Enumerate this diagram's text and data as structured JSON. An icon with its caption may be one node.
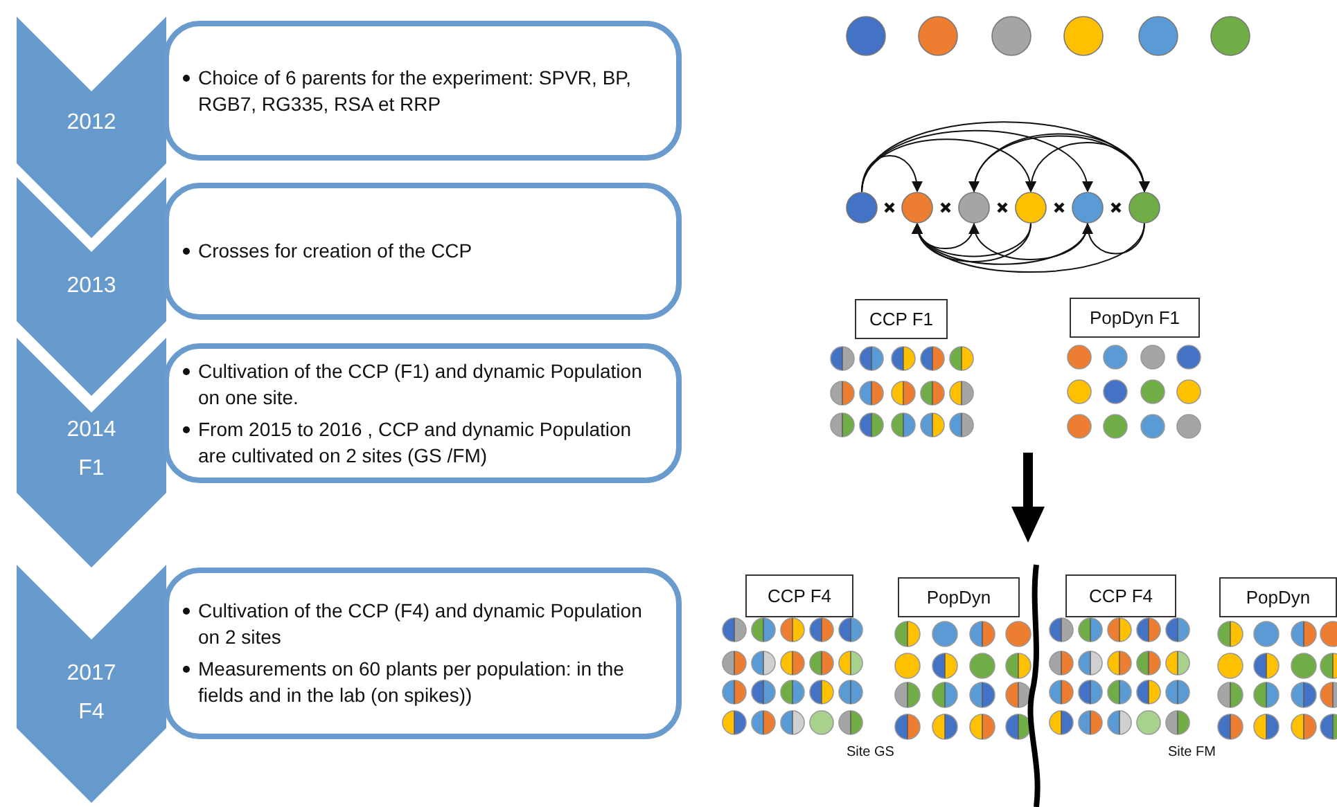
{
  "diagram": {
    "nodes": [
      {
        "text": [
          "2012"
        ]
      },
      {
        "text": [
          "Choice of 6 parents for the experiment: SPVR, BP, RGB7, RG335, RSA et RRP"
        ]
      },
      {
        "text": [
          "2013"
        ]
      },
      {
        "text": [
          "Crosses for creation of the CCP"
        ]
      },
      {
        "text": [
          "2014",
          "F1"
        ]
      },
      {
        "text": [
          "Cultivation of the CCP (F1) and dynamic Population on one site.",
          "From 2015 to 2016 , CCP and dynamic Population are cultivated on 2 sites (GS /FM)"
        ]
      },
      {
        "text": [
          "2017",
          "F4"
        ]
      },
      {
        "text": [
          "Cultivation of the CCP (F4) and dynamic Population on 2 sites",
          "Measurements on 60 plants per population: in the fields and in the lab (on spikes))"
        ]
      },
      {
        "text": [
          "CCP F1"
        ]
      },
      {
        "text": [
          "PopDyn F1"
        ]
      },
      {
        "text": [
          "CCP F4"
        ]
      },
      {
        "text": [
          "PopDyn"
        ]
      },
      {
        "text": [
          "CCP F4"
        ]
      },
      {
        "text": [
          "PopDyn"
        ]
      }
    ],
    "labels": [
      "Site GS",
      "Site FM"
    ]
  }
}
